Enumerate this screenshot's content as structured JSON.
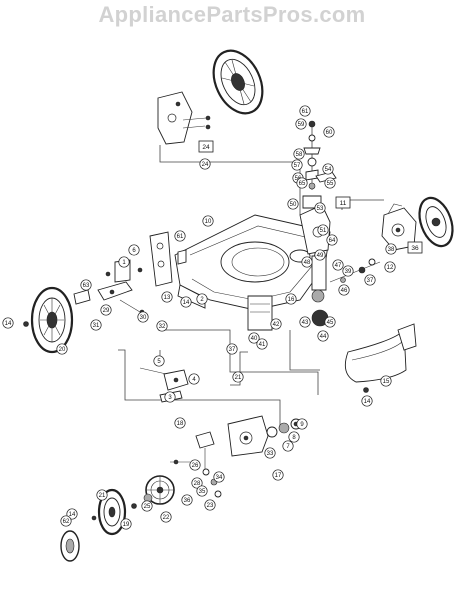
{
  "watermark": "AppliancePartsPros.com",
  "callouts": [
    "1",
    "2",
    "3",
    "4",
    "5",
    "6",
    "7",
    "8",
    "9",
    "10",
    "12",
    "13",
    "14",
    "14",
    "14",
    "14",
    "15",
    "16",
    "17",
    "18",
    "19",
    "20",
    "21",
    "21",
    "22",
    "23",
    "24",
    "25",
    "26",
    "28",
    "29",
    "30",
    "31",
    "32",
    "33",
    "34",
    "35",
    "36",
    "37",
    "37",
    "38",
    "39",
    "40",
    "41",
    "42",
    "43",
    "44",
    "45",
    "46",
    "47",
    "48",
    "49",
    "50",
    "51",
    "53",
    "54",
    "55",
    "56",
    "57",
    "58",
    "59",
    "60",
    "61",
    "61",
    "62",
    "63",
    "64",
    "65"
  ],
  "boxed_labels": [
    "24",
    "11",
    "36"
  ]
}
